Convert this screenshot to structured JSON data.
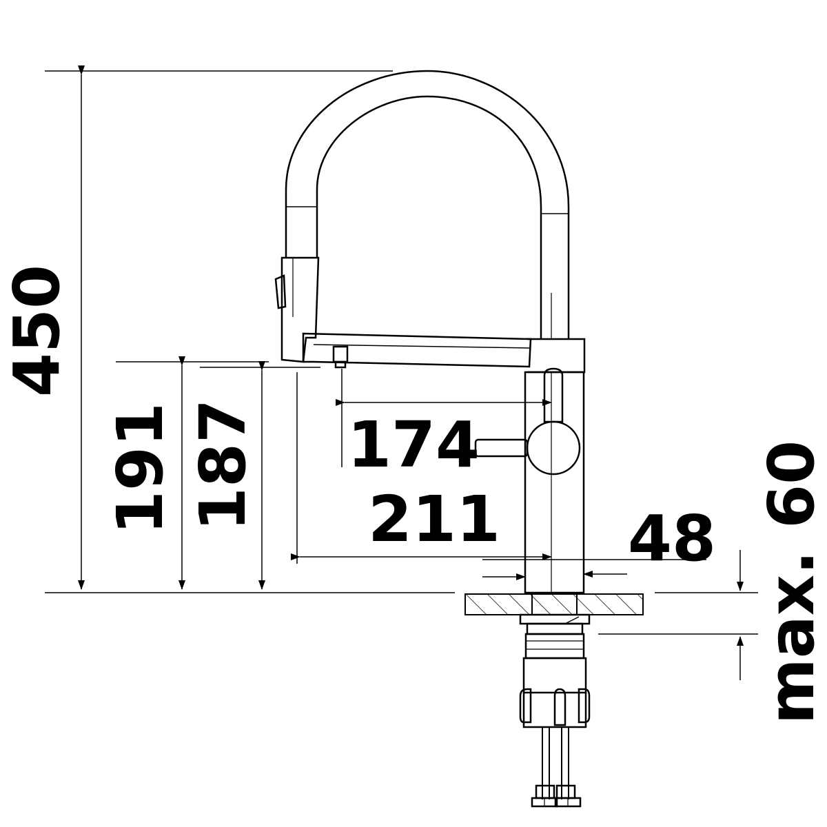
{
  "drawing": {
    "type": "technical-dimension-drawing",
    "subject": "kitchen faucet side view",
    "dimensions": {
      "total_height": "450",
      "height_to_spout_outlet": "191",
      "height_to_aerator": "187",
      "spout_reach_inner": "174",
      "spout_reach_outer": "211",
      "body_diameter": "48",
      "countertop_thickness": "max. 60"
    },
    "colors": {
      "line": "#000000",
      "background": "#ffffff"
    }
  }
}
